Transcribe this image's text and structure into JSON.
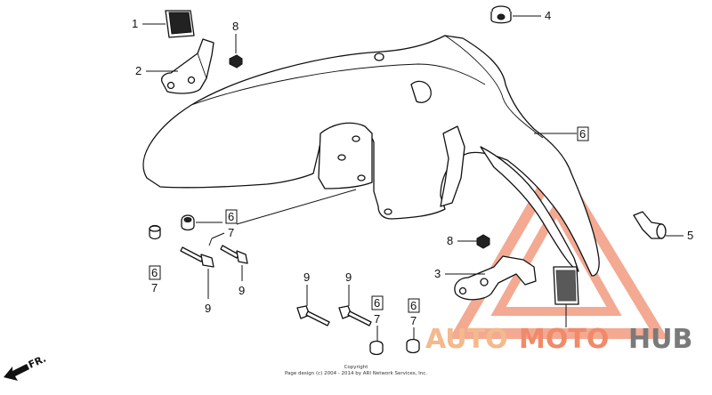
{
  "callouts": {
    "c1": "1",
    "c2": "2",
    "c3": "3",
    "c4": "4",
    "c5": "5",
    "c6": "6",
    "c7": "7",
    "c8": "8",
    "c9": "9"
  },
  "direction_label": "FR.",
  "copyright": {
    "line1": "Copyright",
    "line2": "Page design (c) 2004 - 2014 by ARI Network Services, Inc."
  },
  "watermark": {
    "part1": "AUTO",
    "part2": "MOTO",
    "part3": "HUB",
    "color_primary": "#f08a6a",
    "color_secondary": "#f6b99a",
    "color_dark": "#7a7a7a"
  },
  "colors": {
    "line": "#111111",
    "background": "#ffffff"
  }
}
